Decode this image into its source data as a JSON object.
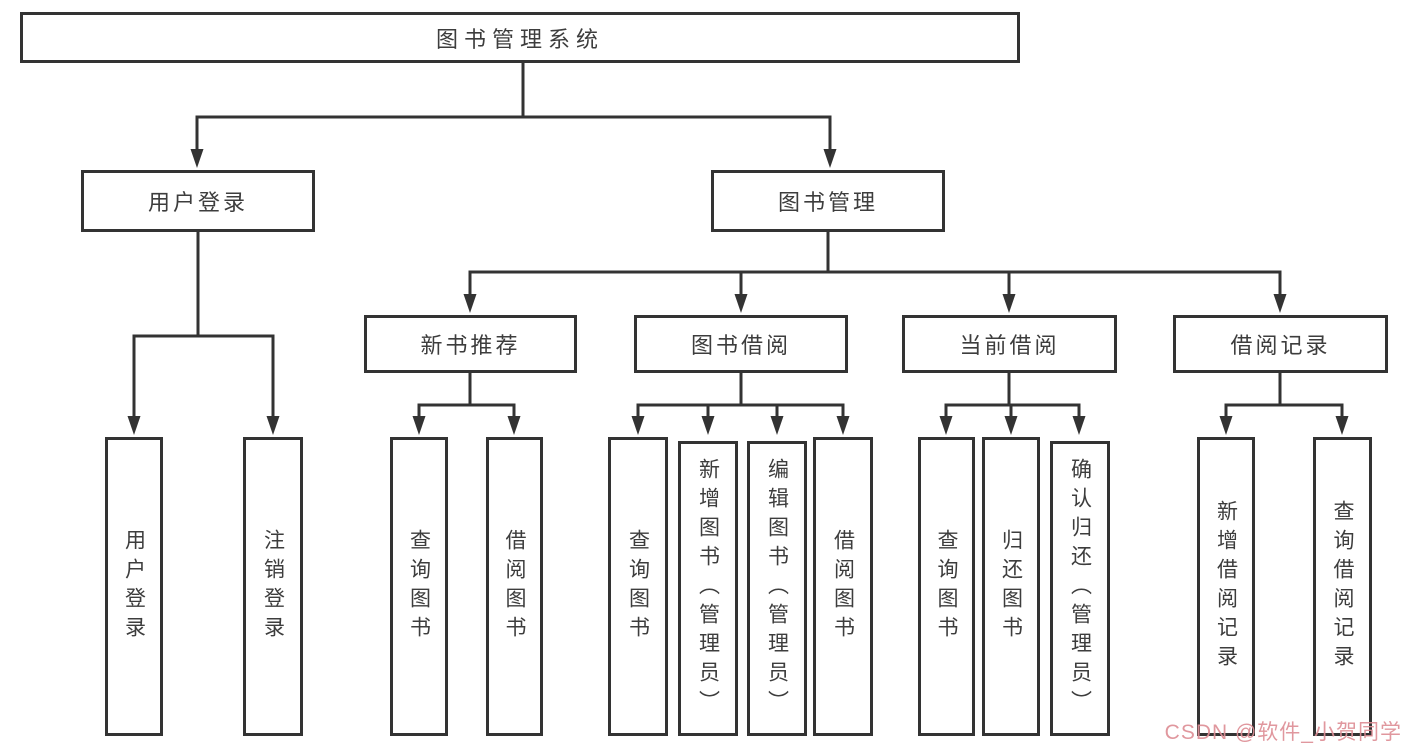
{
  "diagram": {
    "root": {
      "label": "图书管理系统"
    },
    "level2": [
      {
        "id": "user-login",
        "label": "用户登录"
      },
      {
        "id": "book-management",
        "label": "图书管理"
      }
    ],
    "level3": [
      {
        "id": "new-book-recommend",
        "label": "新书推荐"
      },
      {
        "id": "book-borrowing",
        "label": "图书借阅"
      },
      {
        "id": "current-borrowing",
        "label": "当前借阅"
      },
      {
        "id": "borrowing-records",
        "label": "借阅记录"
      }
    ],
    "leaves": [
      {
        "id": "leaf-user-login",
        "label": "用户登录"
      },
      {
        "id": "leaf-logout",
        "label": "注销登录"
      },
      {
        "id": "leaf-query-books-1",
        "label": "查询图书"
      },
      {
        "id": "leaf-borrow-books-1",
        "label": "借阅图书"
      },
      {
        "id": "leaf-query-books-2",
        "label": "查询图书"
      },
      {
        "id": "leaf-add-books-admin",
        "label": "新增图书（管理员）"
      },
      {
        "id": "leaf-edit-books-admin",
        "label": "编辑图书（管理员）"
      },
      {
        "id": "leaf-borrow-books-2",
        "label": "借阅图书"
      },
      {
        "id": "leaf-query-books-3",
        "label": "查询图书"
      },
      {
        "id": "leaf-return-books",
        "label": "归还图书"
      },
      {
        "id": "leaf-confirm-return-admin",
        "label": "确认归还（管理员）"
      },
      {
        "id": "leaf-add-borrow-record",
        "label": "新增借阅记录"
      },
      {
        "id": "leaf-query-borrow-record",
        "label": "查询借阅记录"
      }
    ]
  },
  "watermark": {
    "text": "CSDN @软件_小贺同学"
  },
  "colors": {
    "line": "#333333",
    "box_border": "#333333",
    "box_fill": "#ffffff",
    "text": "#3d3d3d",
    "watermark": "#de8f96",
    "background": "#ffffff"
  }
}
